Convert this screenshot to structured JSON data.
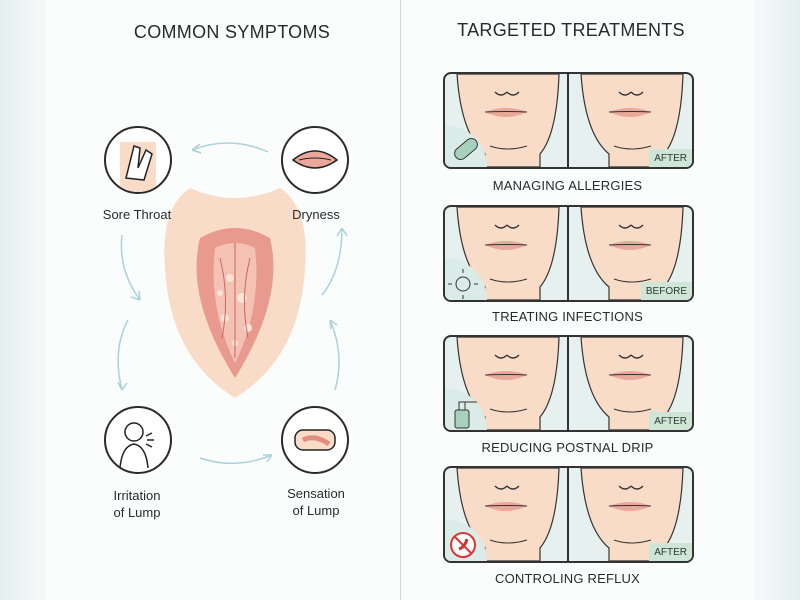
{
  "left": {
    "title": "COMMON SYMPTOMS",
    "symptoms": [
      {
        "label": "Sore Throat",
        "icon": "hand-on-throat-icon"
      },
      {
        "label": "Dryness",
        "icon": "dry-lips-icon"
      },
      {
        "label": "Irritation\nof Lump",
        "line1": "Irritation",
        "line2": "of Lump",
        "icon": "coughing-person-icon"
      },
      {
        "label": "Sensation\nof Lump",
        "line1": "Sensation",
        "line2": "of Lump",
        "icon": "tongue-icon"
      }
    ]
  },
  "right": {
    "title": "TARGETED TREATMENTS",
    "treatments": [
      {
        "label": "MANAGING ALLERGIES",
        "badge": "AFTER",
        "icon": "pill-icon"
      },
      {
        "label": "TREATING INFECTIONS",
        "badge": "BEFORE",
        "icon": "virus-icon"
      },
      {
        "label": "REDUCING POSTNAL DRIP",
        "badge": "AFTER",
        "icon": "nasal-spray-icon"
      },
      {
        "label": "CONTROLING REFLUX",
        "badge": "AFTER",
        "icon": "no-spicy-food-icon"
      }
    ]
  },
  "colors": {
    "skin": "#f9dcc8",
    "lips": "#eaa79a",
    "accent": "#cfe6d6",
    "arrow": "#a9d2dc"
  }
}
